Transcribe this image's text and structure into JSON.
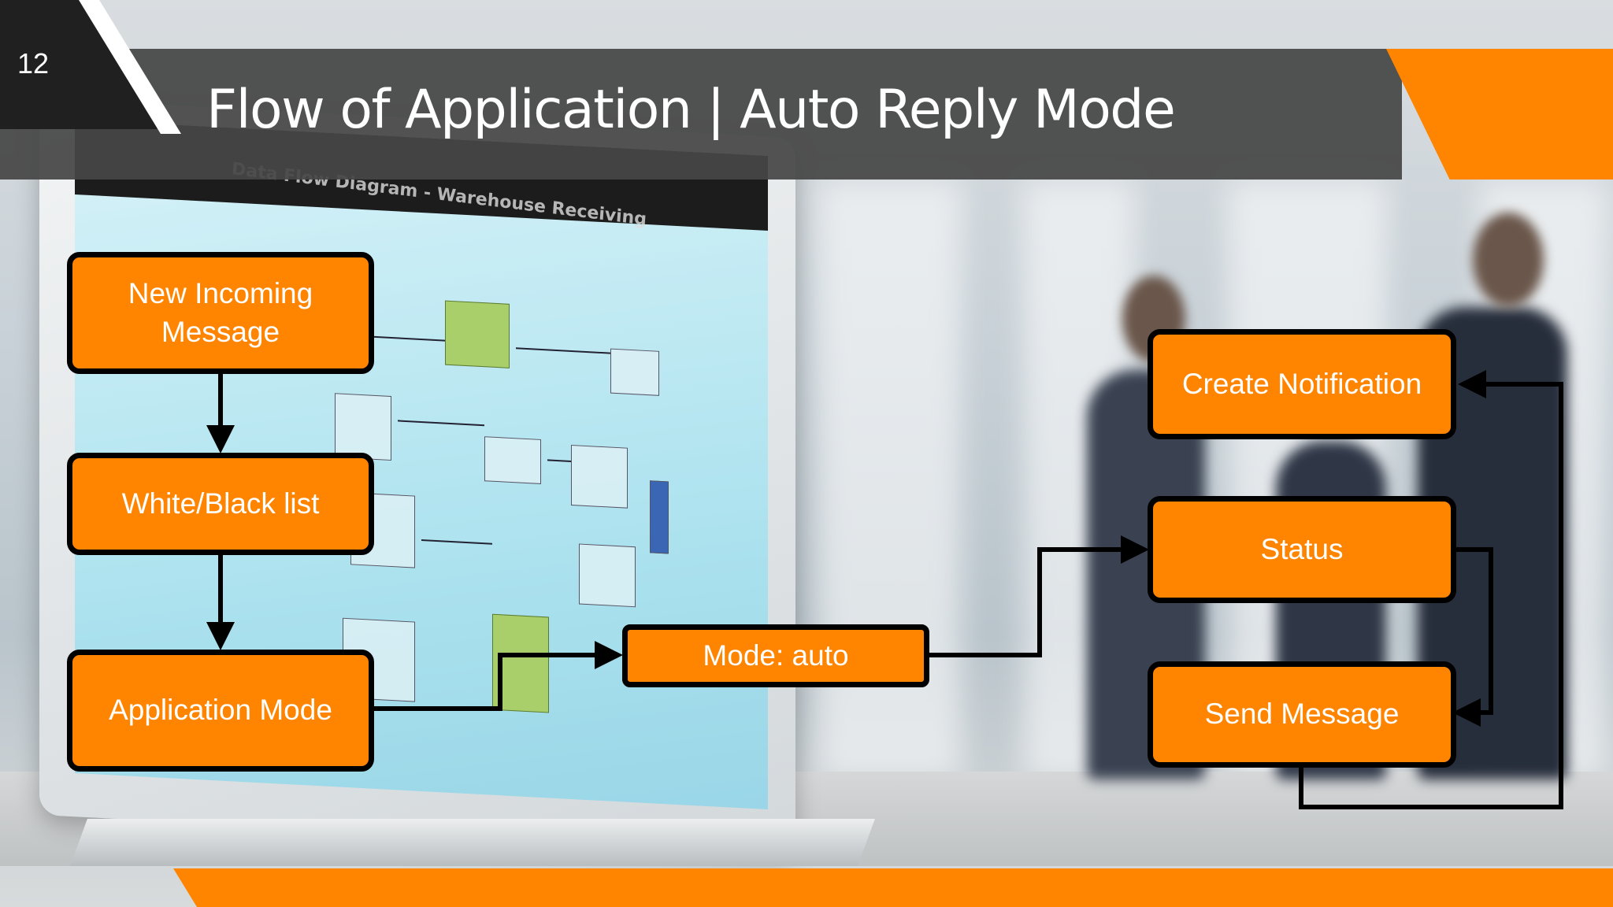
{
  "slide": {
    "page_number": "12",
    "title": "Flow of  Application | Auto Reply Mode"
  },
  "laptop_screen": {
    "diagram_title": "Data Flow Diagram - Warehouse Receiving"
  },
  "flow": {
    "nodes": {
      "new_incoming_message": "New Incoming Message",
      "white_black_list": "White/Black list",
      "application_mode": "Application Mode",
      "mode_auto": "Mode: auto",
      "create_notification": "Create Notification",
      "status": "Status",
      "send_message": "Send Message"
    },
    "edges": [
      [
        "new_incoming_message",
        "white_black_list"
      ],
      [
        "white_black_list",
        "application_mode"
      ],
      [
        "application_mode",
        "mode_auto"
      ],
      [
        "mode_auto",
        "status"
      ],
      [
        "status",
        "send_message"
      ],
      [
        "send_message",
        "create_notification"
      ]
    ]
  },
  "colors": {
    "accent": "#ff8400",
    "header_band": "#464646",
    "node_border": "#000000"
  }
}
